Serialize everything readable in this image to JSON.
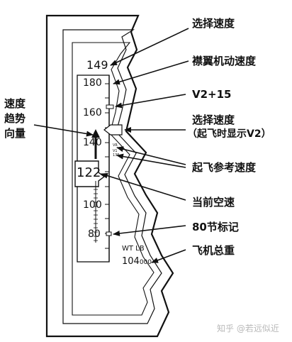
{
  "selected_speed_readout": "149",
  "tape_ticks": [
    "180",
    "160",
    "140",
    "100",
    "80"
  ],
  "current_speed_box": "122",
  "small_labels": {
    "vr": "VR",
    "v1": "V1",
    "v1_value": "135"
  },
  "weight_label": "WT  LB",
  "weight_value": "104",
  "weight_value_small": "000",
  "annotations": {
    "selected_speed": "选择速度",
    "flap_speed": "襟翼机动速度",
    "v2_plus_15": "V2+15",
    "selected_speed_takeoff_line1": "选择速度",
    "selected_speed_takeoff_line2": "（起飞时显示V2）",
    "takeoff_ref_speed": "起飞参考速度",
    "current_airspeed": "当前空速",
    "marker_80": "80节标记",
    "gross_weight": "飞机总重",
    "trend_vector_line1": "速度",
    "trend_vector_line2": "趋势",
    "trend_vector_line3": "向量"
  },
  "watermark": "知乎 @若远似近"
}
